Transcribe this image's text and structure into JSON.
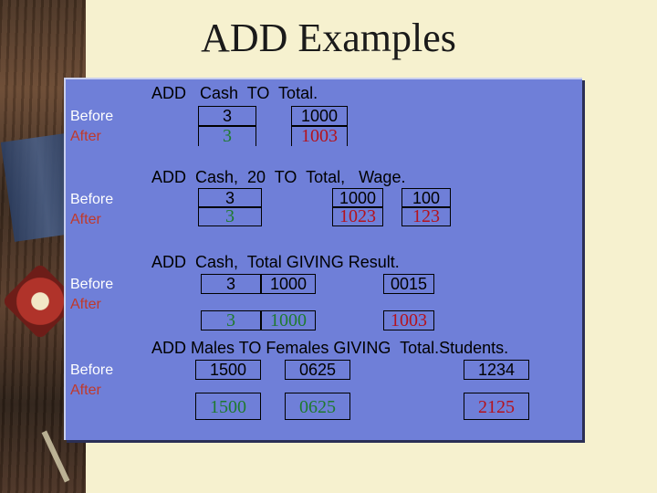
{
  "title": "ADD Examples",
  "labels": {
    "before": "Before",
    "after": "After"
  },
  "examples": [
    {
      "statement": "ADD   Cash  TO  Total.",
      "before": [
        "3",
        "1000"
      ],
      "after": [
        "3",
        "1003"
      ]
    },
    {
      "statement": "ADD  Cash,  20  TO  Total,   Wage.",
      "before": [
        "3",
        "1000",
        "100"
      ],
      "after": [
        "3",
        "1023",
        "123"
      ]
    },
    {
      "statement": "ADD  Cash,  Total GIVING Result.",
      "before": [
        "3",
        "1000",
        "0015"
      ],
      "after": [
        "3",
        "1000",
        "1003"
      ]
    },
    {
      "statement": "ADD Males TO Females GIVING  Total.Students.",
      "before": [
        "1500",
        "0625",
        "1234"
      ],
      "after": [
        "1500",
        "0625",
        "2125"
      ]
    }
  ],
  "colors": {
    "panel": "#6f7fd8",
    "after_label": "#c0392b",
    "unchanged": "#1f7a2e",
    "changed": "#b5121b"
  }
}
